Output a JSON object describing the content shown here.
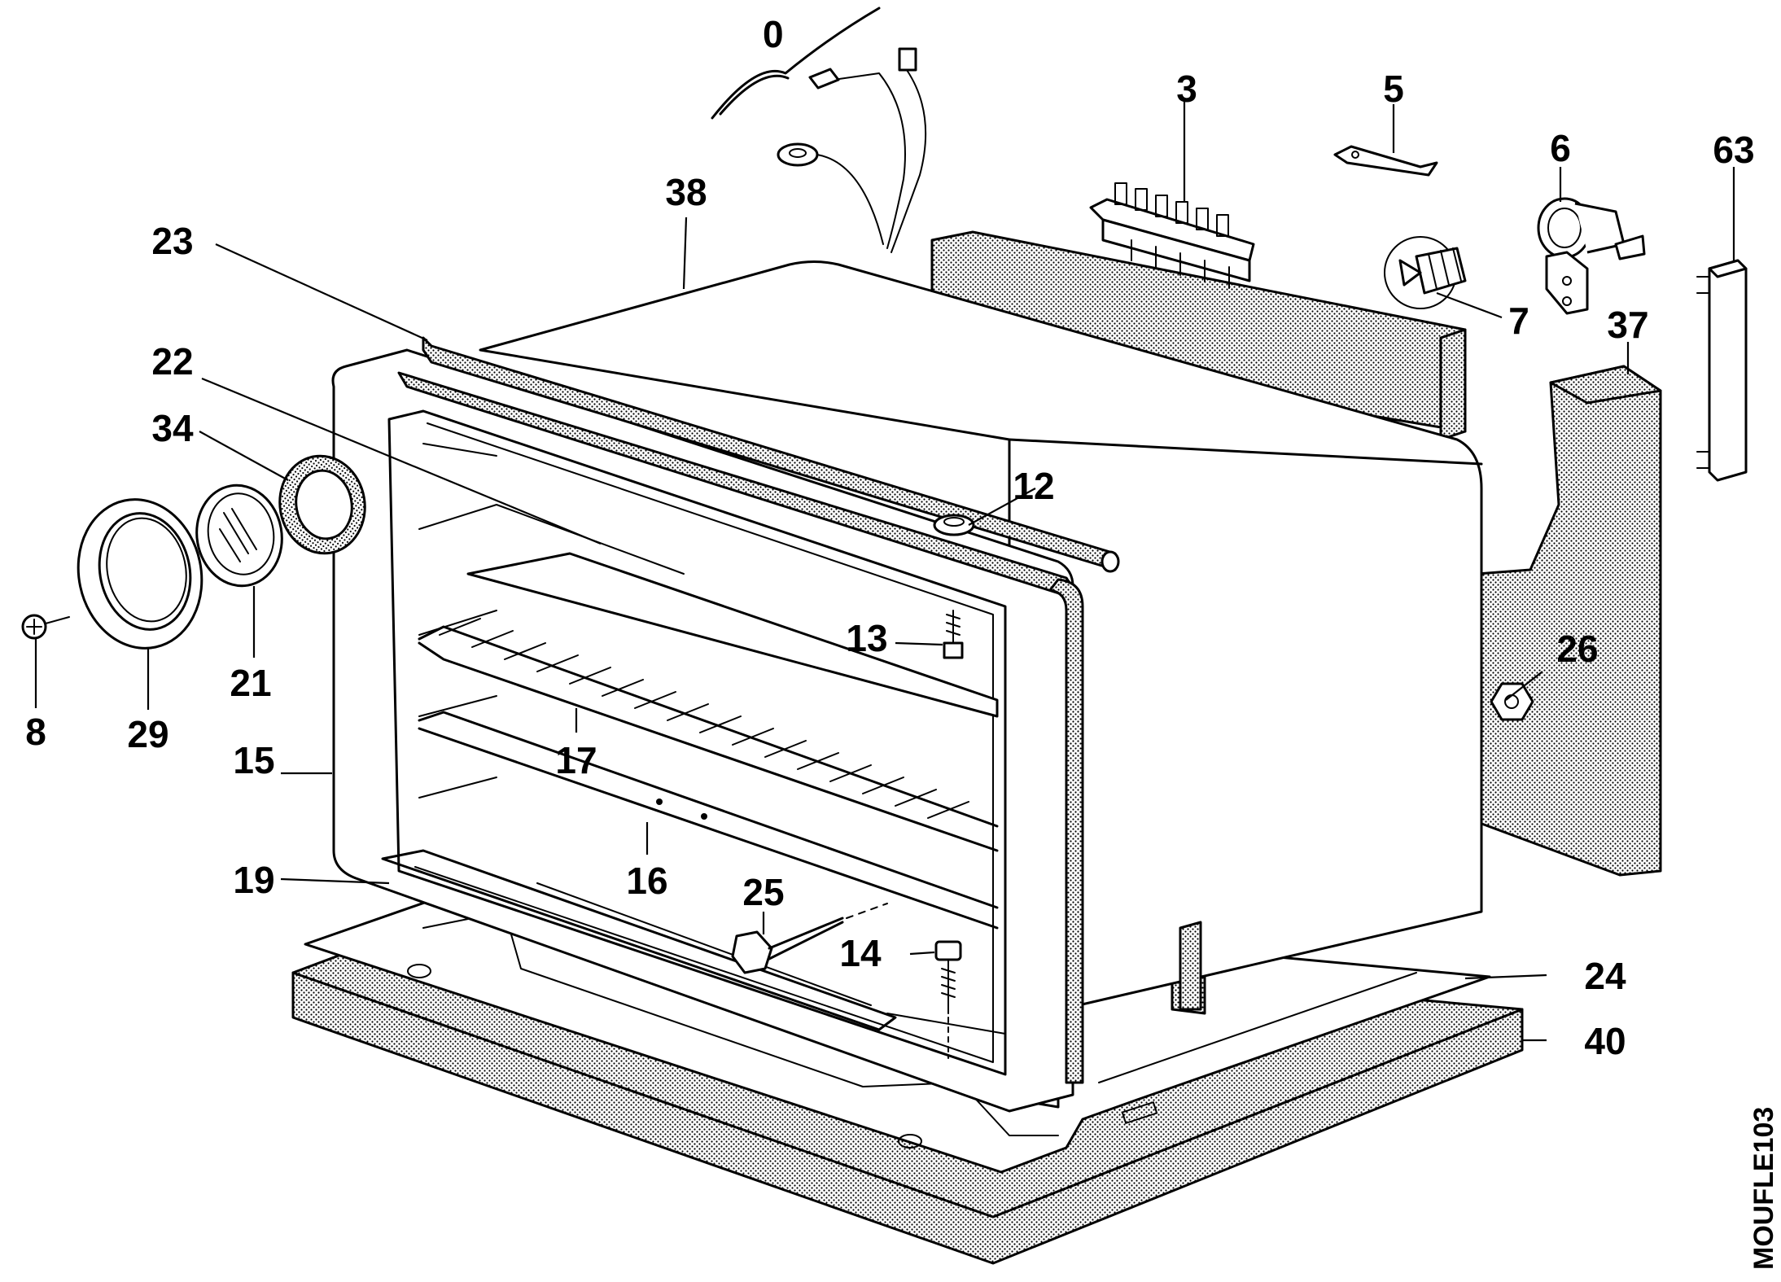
{
  "diagram": {
    "figure_code": "MOUFLE103",
    "callouts": [
      {
        "id": "0",
        "text": "0"
      },
      {
        "id": "3",
        "text": "3"
      },
      {
        "id": "5",
        "text": "5"
      },
      {
        "id": "6",
        "text": "6"
      },
      {
        "id": "63",
        "text": "63"
      },
      {
        "id": "38",
        "text": "38"
      },
      {
        "id": "23",
        "text": "23"
      },
      {
        "id": "7",
        "text": "7"
      },
      {
        "id": "37",
        "text": "37"
      },
      {
        "id": "22",
        "text": "22"
      },
      {
        "id": "34",
        "text": "34"
      },
      {
        "id": "12",
        "text": "12"
      },
      {
        "id": "13",
        "text": "13"
      },
      {
        "id": "26",
        "text": "26"
      },
      {
        "id": "21",
        "text": "21"
      },
      {
        "id": "8",
        "text": "8"
      },
      {
        "id": "29",
        "text": "29"
      },
      {
        "id": "15",
        "text": "15"
      },
      {
        "id": "17",
        "text": "17"
      },
      {
        "id": "25",
        "text": "25"
      },
      {
        "id": "19",
        "text": "19"
      },
      {
        "id": "16",
        "text": "16"
      },
      {
        "id": "14",
        "text": "14"
      },
      {
        "id": "24",
        "text": "24"
      },
      {
        "id": "40",
        "text": "40"
      }
    ]
  }
}
